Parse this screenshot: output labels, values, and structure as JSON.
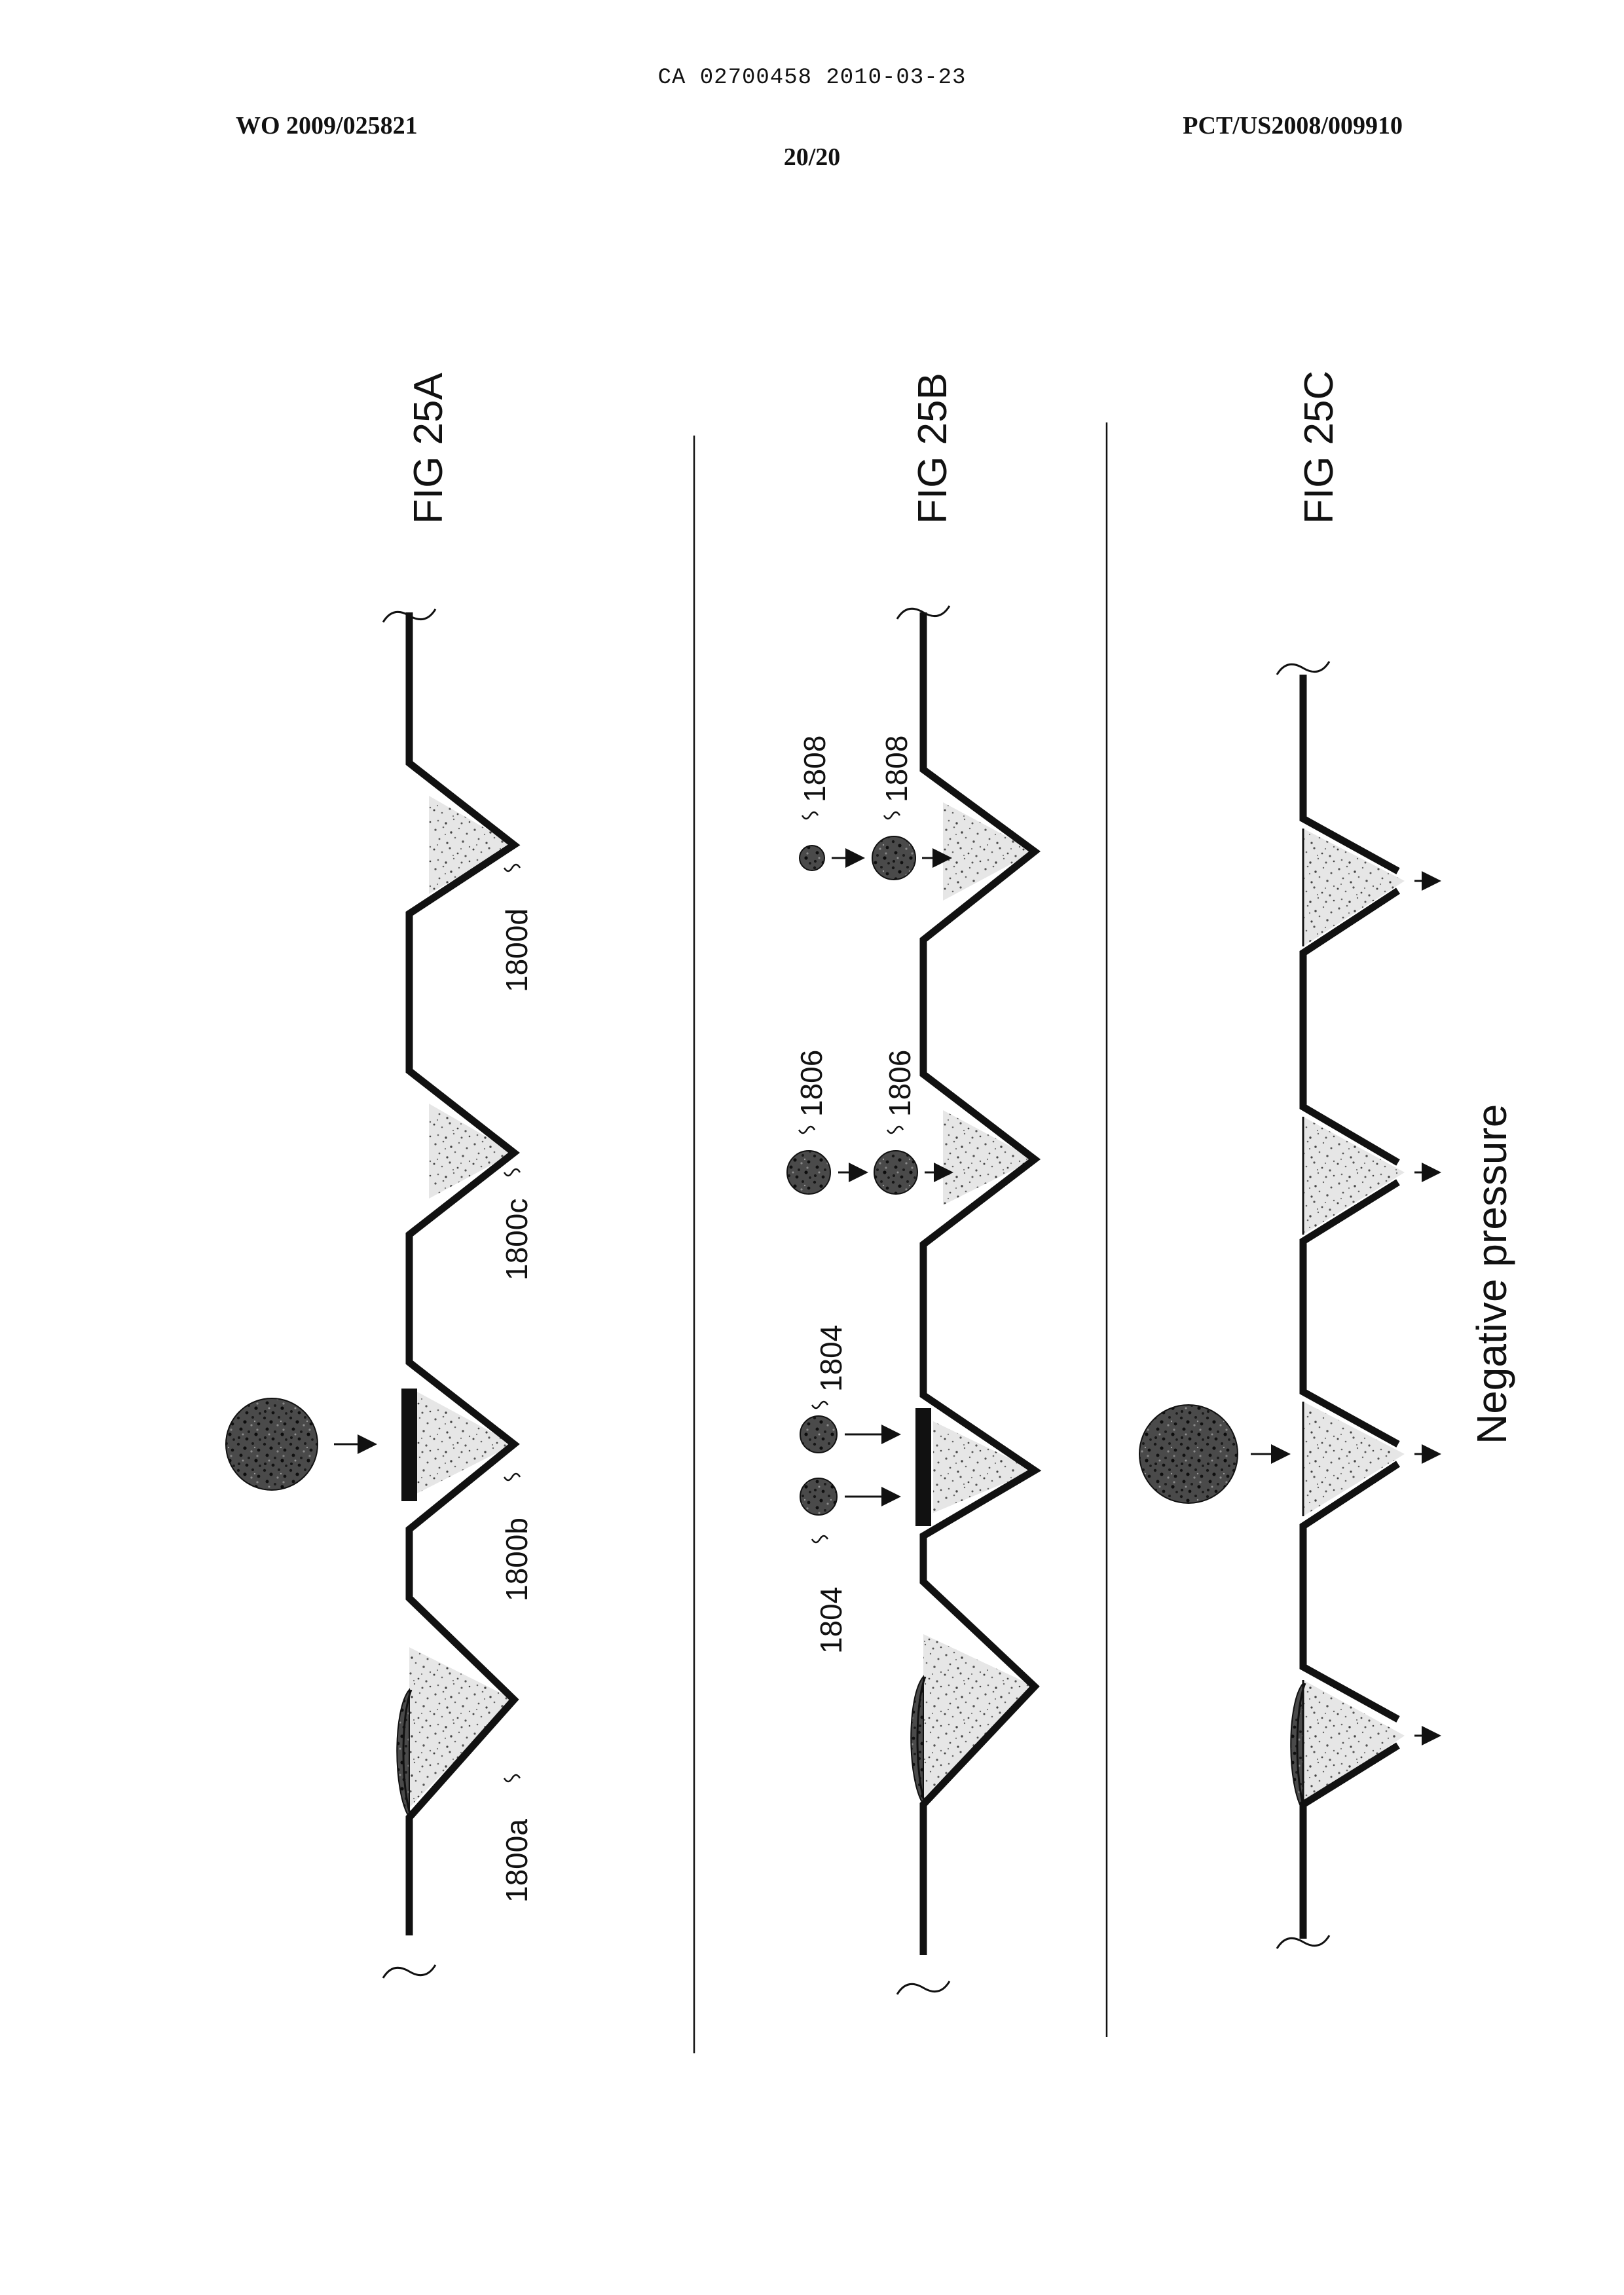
{
  "header": {
    "ca_number": "CA 02700458 2010-03-23",
    "wo_number": "WO 2009/025821",
    "pct_number": "PCT/US2008/009910",
    "page": "20/20"
  },
  "figures": {
    "a": {
      "label": "FIG 25A",
      "refs": [
        "1800a",
        "1800b",
        "1800c",
        "1800d"
      ]
    },
    "b": {
      "label": "FIG 25B",
      "refs": [
        "1804",
        "1804",
        "1806",
        "1806",
        "1808",
        "1808"
      ]
    },
    "c": {
      "label": "FIG 25C",
      "caption": "Negative pressure"
    }
  },
  "colors": {
    "ink": "#111111",
    "fill_light": "#e4e4e4",
    "fill_dark": "#3a3a3a"
  }
}
